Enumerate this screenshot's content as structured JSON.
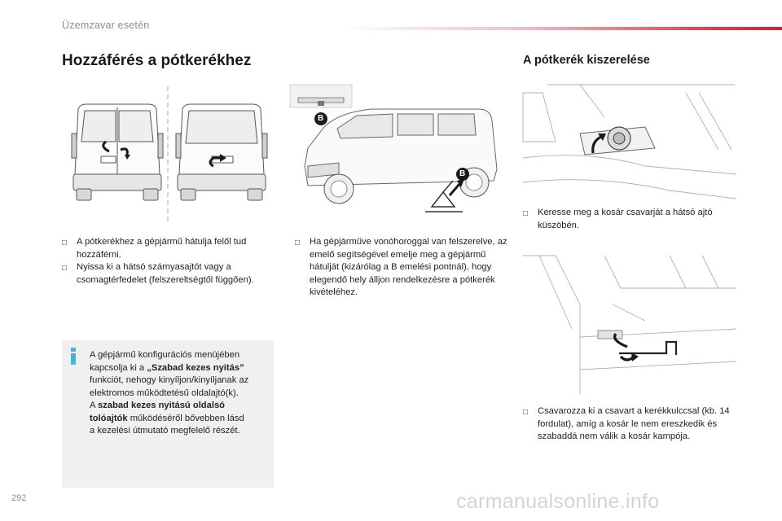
{
  "header": {
    "section_title": "Üzemzavar esetén"
  },
  "left": {
    "heading": "Hozzáférés a pótkerékhez",
    "bullets": [
      "A pótkerékhez a gépjármű hátulja felől tud hozzáférni.",
      "Nyissa ki a hátsó szárnyasajtót vagy a csomagtérfedelet (felszereltségtől függően)."
    ]
  },
  "middle": {
    "bullet": "Ha gépjárműve vonóhoroggal van felszerelve, az emelő segítségével emelje meg a gépjármű hátulját (kizárólag a B emelési pontnál), hogy elegendő hely álljon rendelkezésre a pótkerék kivételéhez.",
    "marker_label": "B"
  },
  "info": {
    "l1": "A gépjármű konfigurációs menüjében",
    "l2a": "kapcsolja ki a ",
    "l2b": "„Szabad kezes nyitás”",
    "l3": "funkciót, nehogy kinyíljon/kinyíljanak az",
    "l4": "elektromos működtetésű oldalajtó(k).",
    "l5a": "A ",
    "l5b": "szabad kezes nyitású oldalsó",
    "l6a": "tolóajtók",
    "l6b": " működéséről bővebben lásd",
    "l7": "a kezelési útmutató megfelelő részét."
  },
  "right": {
    "heading": "A pótkerék kiszerelése",
    "bullet1": "Keresse meg a kosár csavarját a hátsó ajtó küszöbén.",
    "bullet2": "Csavarozza ki a csavart a kerékkulccsal (kb. 14 fordulat), amíg a kosár le nem ereszkedik és szabaddá nem válik a kosár kampója."
  },
  "footer": {
    "page_number": "292",
    "watermark": "carmanualsonline.info"
  },
  "colors": {
    "accent_red": "#d32233",
    "info_blue": "#4bb3d9",
    "arrow": "#1a1a1a"
  }
}
